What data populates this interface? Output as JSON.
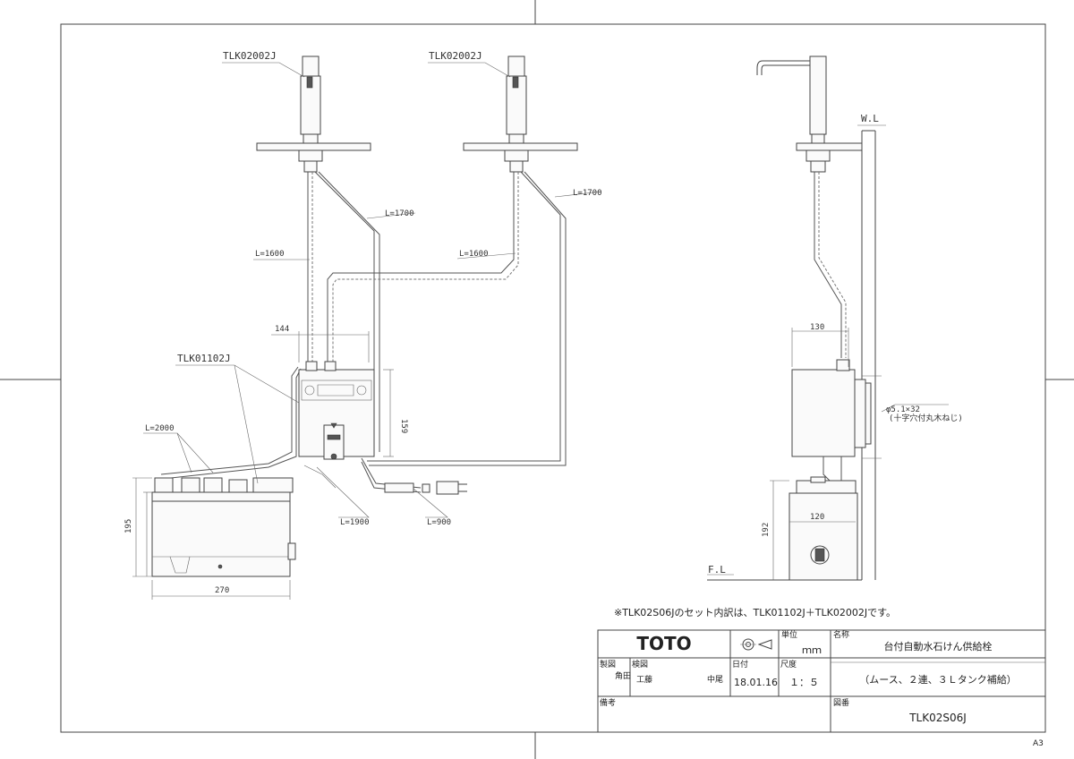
{
  "labels": {
    "faucet_model_left": "TLK02002J",
    "faucet_model_right": "TLK02002J",
    "tank_model": "TLK01102J",
    "len_1700_left": "L=1700",
    "len_1700_right": "L=1700",
    "len_1600_left": "L=1600",
    "len_1600_right": "L=1600",
    "len_2000": "L=2000",
    "len_1900": "L=1900",
    "len_900": "L=900",
    "dim_144": "144",
    "dim_159": "159",
    "dim_195": "195",
    "dim_270": "270",
    "dim_130": "130",
    "dim_120": "120",
    "dim_192": "192",
    "wl": "W.L",
    "fl": "F.L",
    "screw_spec_1": "φ5.1×32",
    "screw_spec_2": "(十字穴付丸木ねじ)",
    "note": "※TLK02S06Jのセット内訳は、TLK01102J＋TLK02002Jです。",
    "paper_size": "A3",
    "brand_logo": "TOTO"
  },
  "title_block": {
    "unit_label": "単位",
    "unit_value": "ｍｍ",
    "name_label": "名称",
    "product_name": "台付自動水石けん供給栓",
    "product_sub": "（ムース、２連、３Ｌタンク補給）",
    "drafter_label": "製図",
    "drafter_name": "角田",
    "checker_label": "検図",
    "checker_name_1": "工藤",
    "checker_name_2": "中尾",
    "date_label": "日付",
    "date_value": "18.01.16",
    "scale_label": "尺度",
    "scale_value": "１：５",
    "remarks_label": "備考",
    "drawing_no_label": "図番",
    "drawing_no": "TLK02S06J"
  },
  "icons": {
    "projection_symbol": "third-angle-projection-icon"
  }
}
